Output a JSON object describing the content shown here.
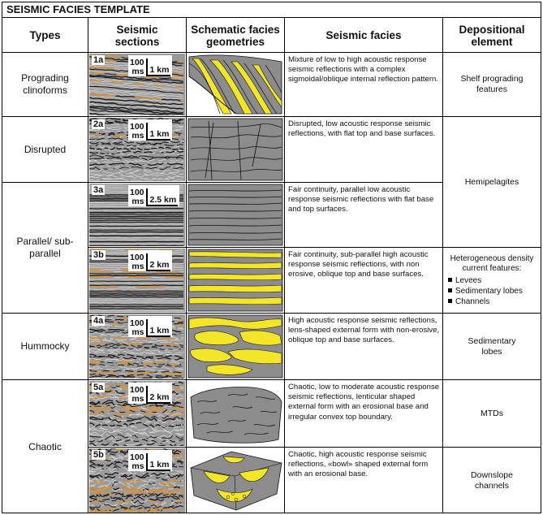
{
  "title": "SEISMIC FACIES TEMPLATE",
  "headers": {
    "types": "Types",
    "sections": "Seismic sections",
    "geometries": "Schematic facies geometries",
    "facies": "Seismic facies",
    "element": "Depositional element"
  },
  "types": {
    "prograding": "Prograding clinoforms",
    "disrupted": "Disrupted",
    "parallel": "Parallel/ sub-parallel",
    "hummocky": "Hummocky",
    "chaotic": "Chaotic"
  },
  "rows": [
    {
      "id": "1a",
      "scale_time": "100 ms",
      "scale_dist": "1 km",
      "facies": "Mixture of low to high acoustic response seismic reflections with a complex sigmoidal/oblique internal reflection pattern."
    },
    {
      "id": "2a",
      "scale_time": "100 ms",
      "scale_dist": "1 km",
      "facies": "Disrupted, low acoustic response seismic reflections, with flat top and base surfaces."
    },
    {
      "id": "3a",
      "scale_time": "100 ms",
      "scale_dist": "2.5 km",
      "facies": "Fair continuity, parallel low acoustic response seismic reflections with flat base and top surfaces."
    },
    {
      "id": "3b",
      "scale_time": "100 ms",
      "scale_dist": "2 km",
      "facies": "Fair continuity, sub-parallel high acoustic response seismic reflections, with non erosive, oblique top and base surfaces."
    },
    {
      "id": "4a",
      "scale_time": "100 ms",
      "scale_dist": "1 km",
      "facies": "High acoustic response seismic reflections, lens-shaped external form with non-erosive, oblique top and base surfaces."
    },
    {
      "id": "5a",
      "scale_time": "100 ms",
      "scale_dist": "2 km",
      "facies": "Chaotic, low to moderate acoustic response seismic reflections, lenticular shaped external form with an erosional base and irregular convex top boundary."
    },
    {
      "id": "5b",
      "scale_time": "100 ms",
      "scale_dist": "1 km",
      "facies": "Chaotic, high acoustic response seismic reflections, «bowl» shaped external form with an erosional base."
    }
  ],
  "elements": {
    "shelf": "Shelf prograding features",
    "hemipelagites": "Hemipelagites",
    "hetero_title": "Heterogeneous density current features:",
    "hetero_items": [
      "Levees",
      "Sedimentary lobes",
      "Channels"
    ],
    "lobes": "Sedimentary lobes",
    "mtds": "MTDs",
    "downslope": "Downslope channels"
  },
  "colors": {
    "sand": "#f3e629",
    "mud": "#8c8c8c",
    "seismic_bg": "#9a9a9a",
    "amplitude": "#e8962a"
  }
}
